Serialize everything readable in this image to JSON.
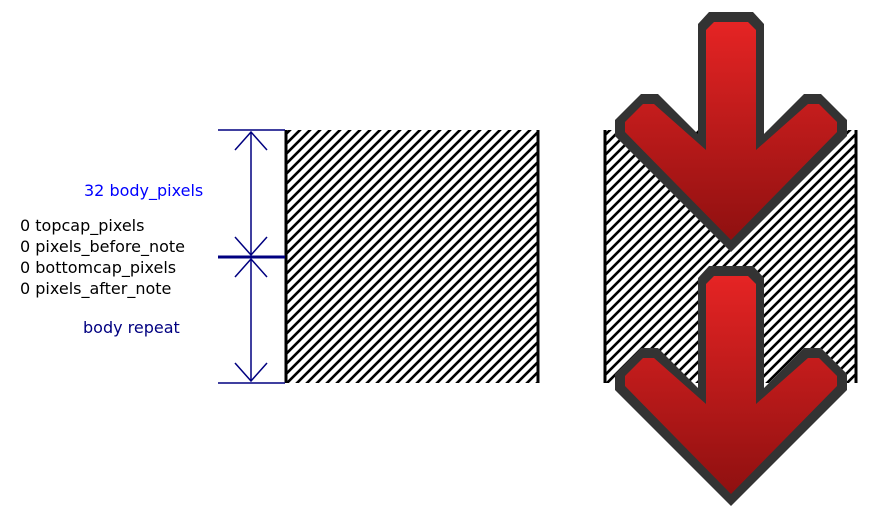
{
  "labels": {
    "body_pixels": "32 body_pixels",
    "topcap_pixels": "0 topcap_pixels",
    "pixels_before_note": "0 pixels_before_note",
    "bottomcap_pixels": "0 bottomcap_pixels",
    "pixels_after_note": "0 pixels_after_note",
    "body_repeat": "body repeat"
  },
  "colors": {
    "body_pixels_label": "#0000ff",
    "body_repeat_label": "#000080",
    "dimension_lines": "#000080",
    "arrow_red_light": "#e52424",
    "arrow_red_dark": "#8f1010",
    "arrow_outline": "#333333"
  },
  "icons": {
    "note_arrow": "red-down-arrow-icon"
  }
}
